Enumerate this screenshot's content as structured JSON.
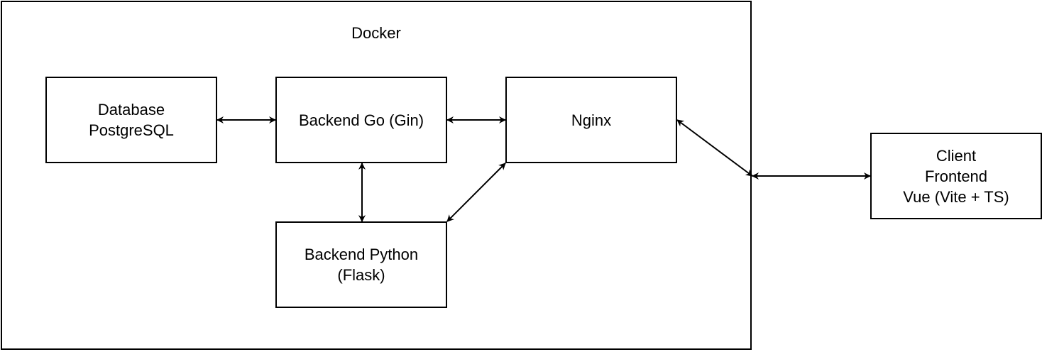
{
  "container": {
    "label": "Docker"
  },
  "nodes": {
    "database": {
      "lines": [
        "Database",
        "PostgreSQL"
      ]
    },
    "backend_go": {
      "lines": [
        "Backend Go (Gin)"
      ]
    },
    "nginx": {
      "lines": [
        "Nginx"
      ]
    },
    "backend_python": {
      "lines": [
        "Backend Python",
        "(Flask)"
      ]
    },
    "client": {
      "lines": [
        "Client",
        "Frontend",
        "Vue (Vite + TS)"
      ]
    }
  },
  "edges": [
    {
      "from": "database",
      "to": "backend_go",
      "bidirectional": true
    },
    {
      "from": "backend_go",
      "to": "nginx",
      "bidirectional": true
    },
    {
      "from": "backend_go",
      "to": "backend_python",
      "bidirectional": true
    },
    {
      "from": "backend_python",
      "to": "nginx",
      "bidirectional": true
    },
    {
      "from": "nginx",
      "to": "docker_boundary",
      "bidirectional": true
    },
    {
      "from": "docker_boundary",
      "to": "client",
      "bidirectional": true
    }
  ],
  "colors": {
    "stroke": "#000000",
    "background": "#ffffff"
  }
}
